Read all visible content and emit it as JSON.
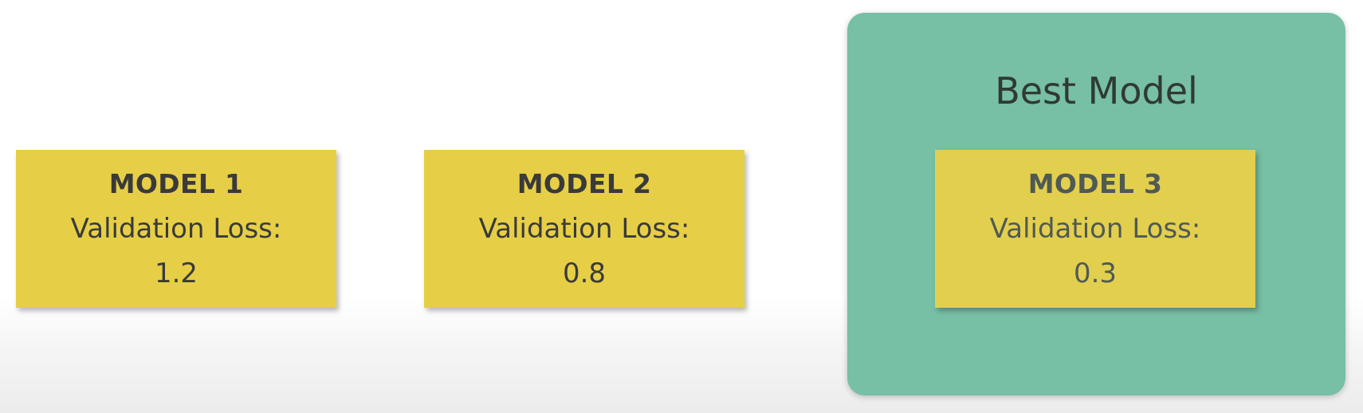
{
  "models": [
    {
      "title": "MODEL 1",
      "label": "Validation Loss:",
      "value": "1.2"
    },
    {
      "title": "MODEL 2",
      "label": "Validation Loss:",
      "value": "0.8"
    },
    {
      "title": "MODEL 3",
      "label": "Validation Loss:",
      "value": "0.3"
    }
  ],
  "best": {
    "title": "Best Model"
  },
  "colors": {
    "card": "#e6cf46",
    "best_panel": "#77bfa5",
    "text": "#3a3a3a"
  }
}
